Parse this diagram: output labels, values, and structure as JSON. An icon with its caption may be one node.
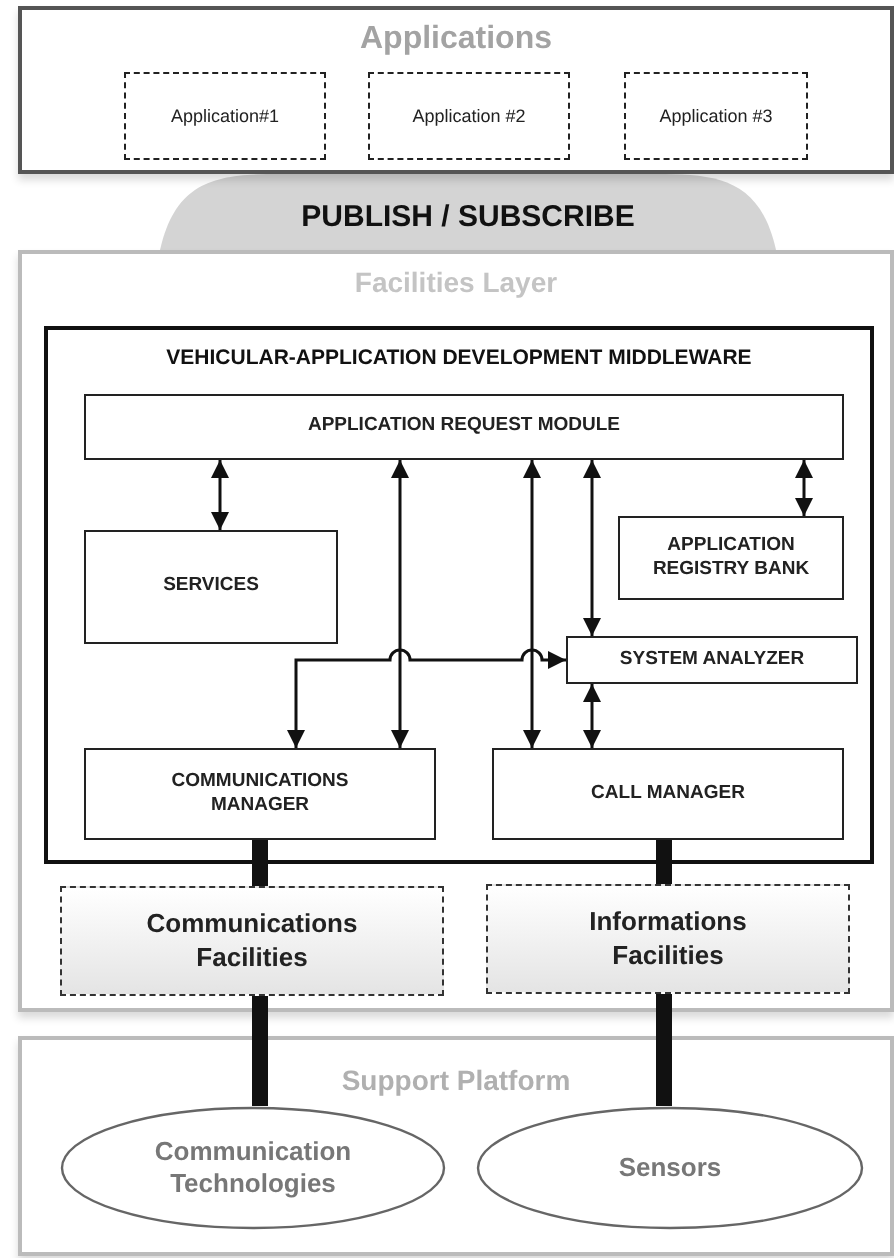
{
  "diagram": {
    "nodes": [
      {
        "text": [
          "Applications"
        ]
      },
      {
        "text": [
          "Application#1"
        ],
        "in": 0
      },
      {
        "text": [
          "Application #2"
        ],
        "in": 0
      },
      {
        "text": [
          "Application #3"
        ],
        "in": 0
      },
      {
        "text": [
          "PUBLISH / SUBSCRIBE"
        ]
      },
      {
        "text": [
          "Facilities Layer"
        ]
      },
      {
        "text": [
          "VEHICULAR-APPLICATION DEVELOPMENT MIDDLEWARE"
        ],
        "in": 5
      },
      {
        "text": [
          "APPLICATION REQUEST MODULE"
        ],
        "in": 6
      },
      {
        "text": [
          "SERVICES"
        ],
        "in": 6
      },
      {
        "text": [
          "APPLICATION REGISTRY BANK"
        ],
        "in": 6
      },
      {
        "text": [
          "SYSTEM ANALYZER"
        ],
        "in": 6
      },
      {
        "text": [
          "COMMUNICATIONS MANAGER"
        ],
        "in": 6
      },
      {
        "text": [
          "CALL MANAGER"
        ],
        "in": 6
      },
      {
        "text": [
          "Communications Facilities"
        ],
        "in": 5
      },
      {
        "text": [
          "Informations Facilities"
        ],
        "in": 5
      },
      {
        "text": [
          "Support Platform"
        ]
      },
      {
        "text": [
          "Communication Technologies"
        ],
        "in": 15
      },
      {
        "text": [
          "Sensors"
        ],
        "in": 15
      }
    ],
    "edges": [
      {
        "from": 7,
        "to": 8,
        "arrow": "both"
      },
      {
        "from": 7,
        "to": 11,
        "arrow": "both"
      },
      {
        "from": 7,
        "to": 12,
        "arrow": "both"
      },
      {
        "from": 7,
        "to": 10,
        "arrow": "both"
      },
      {
        "from": 7,
        "to": 9,
        "arrow": "both"
      },
      {
        "from": 10,
        "to": 11,
        "arrow": "both"
      },
      {
        "from": 10,
        "to": 12,
        "arrow": "both"
      },
      {
        "from": 11,
        "to": 13,
        "arrow": "none",
        "style": "thick"
      },
      {
        "from": 12,
        "to": 14,
        "arrow": "none",
        "style": "thick"
      },
      {
        "from": 13,
        "to": 16,
        "arrow": "none",
        "style": "thick"
      },
      {
        "from": 14,
        "to": 17,
        "arrow": "none",
        "style": "thick"
      }
    ]
  }
}
